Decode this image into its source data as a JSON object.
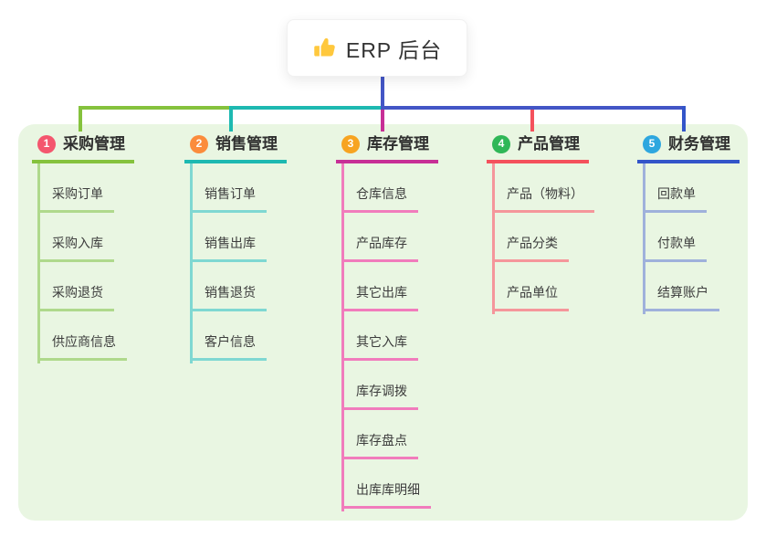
{
  "root": {
    "label": "ERP 后台",
    "icon": "thumbs-up-icon"
  },
  "palette": {
    "canvas_bg": "#ffffff",
    "panel_bg": "#E9F6E2",
    "trunk": "#4356C6"
  },
  "branches": [
    {
      "num": "1",
      "title": "采购管理",
      "colors": {
        "badge": "#F4566E",
        "line": "#85C23D",
        "sub_line": "#AFD98C"
      },
      "children": [
        "采购订单",
        "采购入库",
        "采购退货",
        "供应商信息"
      ]
    },
    {
      "num": "2",
      "title": "销售管理",
      "colors": {
        "badge": "#FB8C3C",
        "line": "#1DB9B1",
        "sub_line": "#7FD8D2"
      },
      "children": [
        "销售订单",
        "销售出库",
        "销售退货",
        "客户信息"
      ]
    },
    {
      "num": "3",
      "title": "库存管理",
      "colors": {
        "badge": "#F7A421",
        "line": "#C72F96",
        "sub_line": "#F17CBC"
      },
      "children": [
        "仓库信息",
        "产品库存",
        "其它出库",
        "其它入库",
        "库存调拨",
        "库存盘点",
        "出库库明细"
      ]
    },
    {
      "num": "4",
      "title": "产品管理",
      "colors": {
        "badge": "#2FB757",
        "line": "#F4515C",
        "sub_line": "#F5969B"
      },
      "children": [
        "产品（物料）",
        "产品分类",
        "产品单位"
      ]
    },
    {
      "num": "5",
      "title": "财务管理",
      "colors": {
        "badge": "#2EA7DF",
        "line": "#3355C9",
        "sub_line": "#9FB1DB"
      },
      "children": [
        "回款单",
        "付款单",
        "结算账户"
      ]
    }
  ]
}
